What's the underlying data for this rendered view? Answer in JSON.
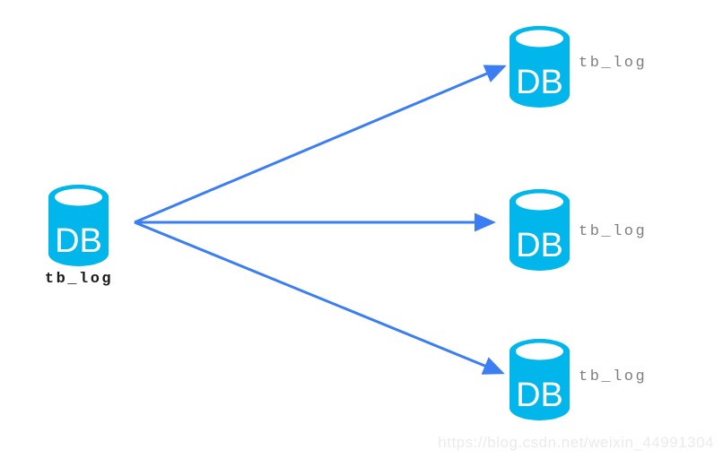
{
  "diagram": {
    "type": "fan-out-replication",
    "source": {
      "icon_label": "DB",
      "label": "tb_log"
    },
    "targets": [
      {
        "icon_label": "DB",
        "label": "tb_log"
      },
      {
        "icon_label": "DB",
        "label": "tb_log"
      },
      {
        "icon_label": "DB",
        "label": "tb_log"
      }
    ]
  },
  "colors": {
    "cylinder": "#00B6EA",
    "arrow": "#3B7DF2",
    "icon_text": "#FFFFFF",
    "source_label": "#1B1B1B",
    "target_label": "#7E7E7E",
    "watermark": "#EBEBEB"
  },
  "watermark": "https://blog.csdn.net/weixin_44991304"
}
